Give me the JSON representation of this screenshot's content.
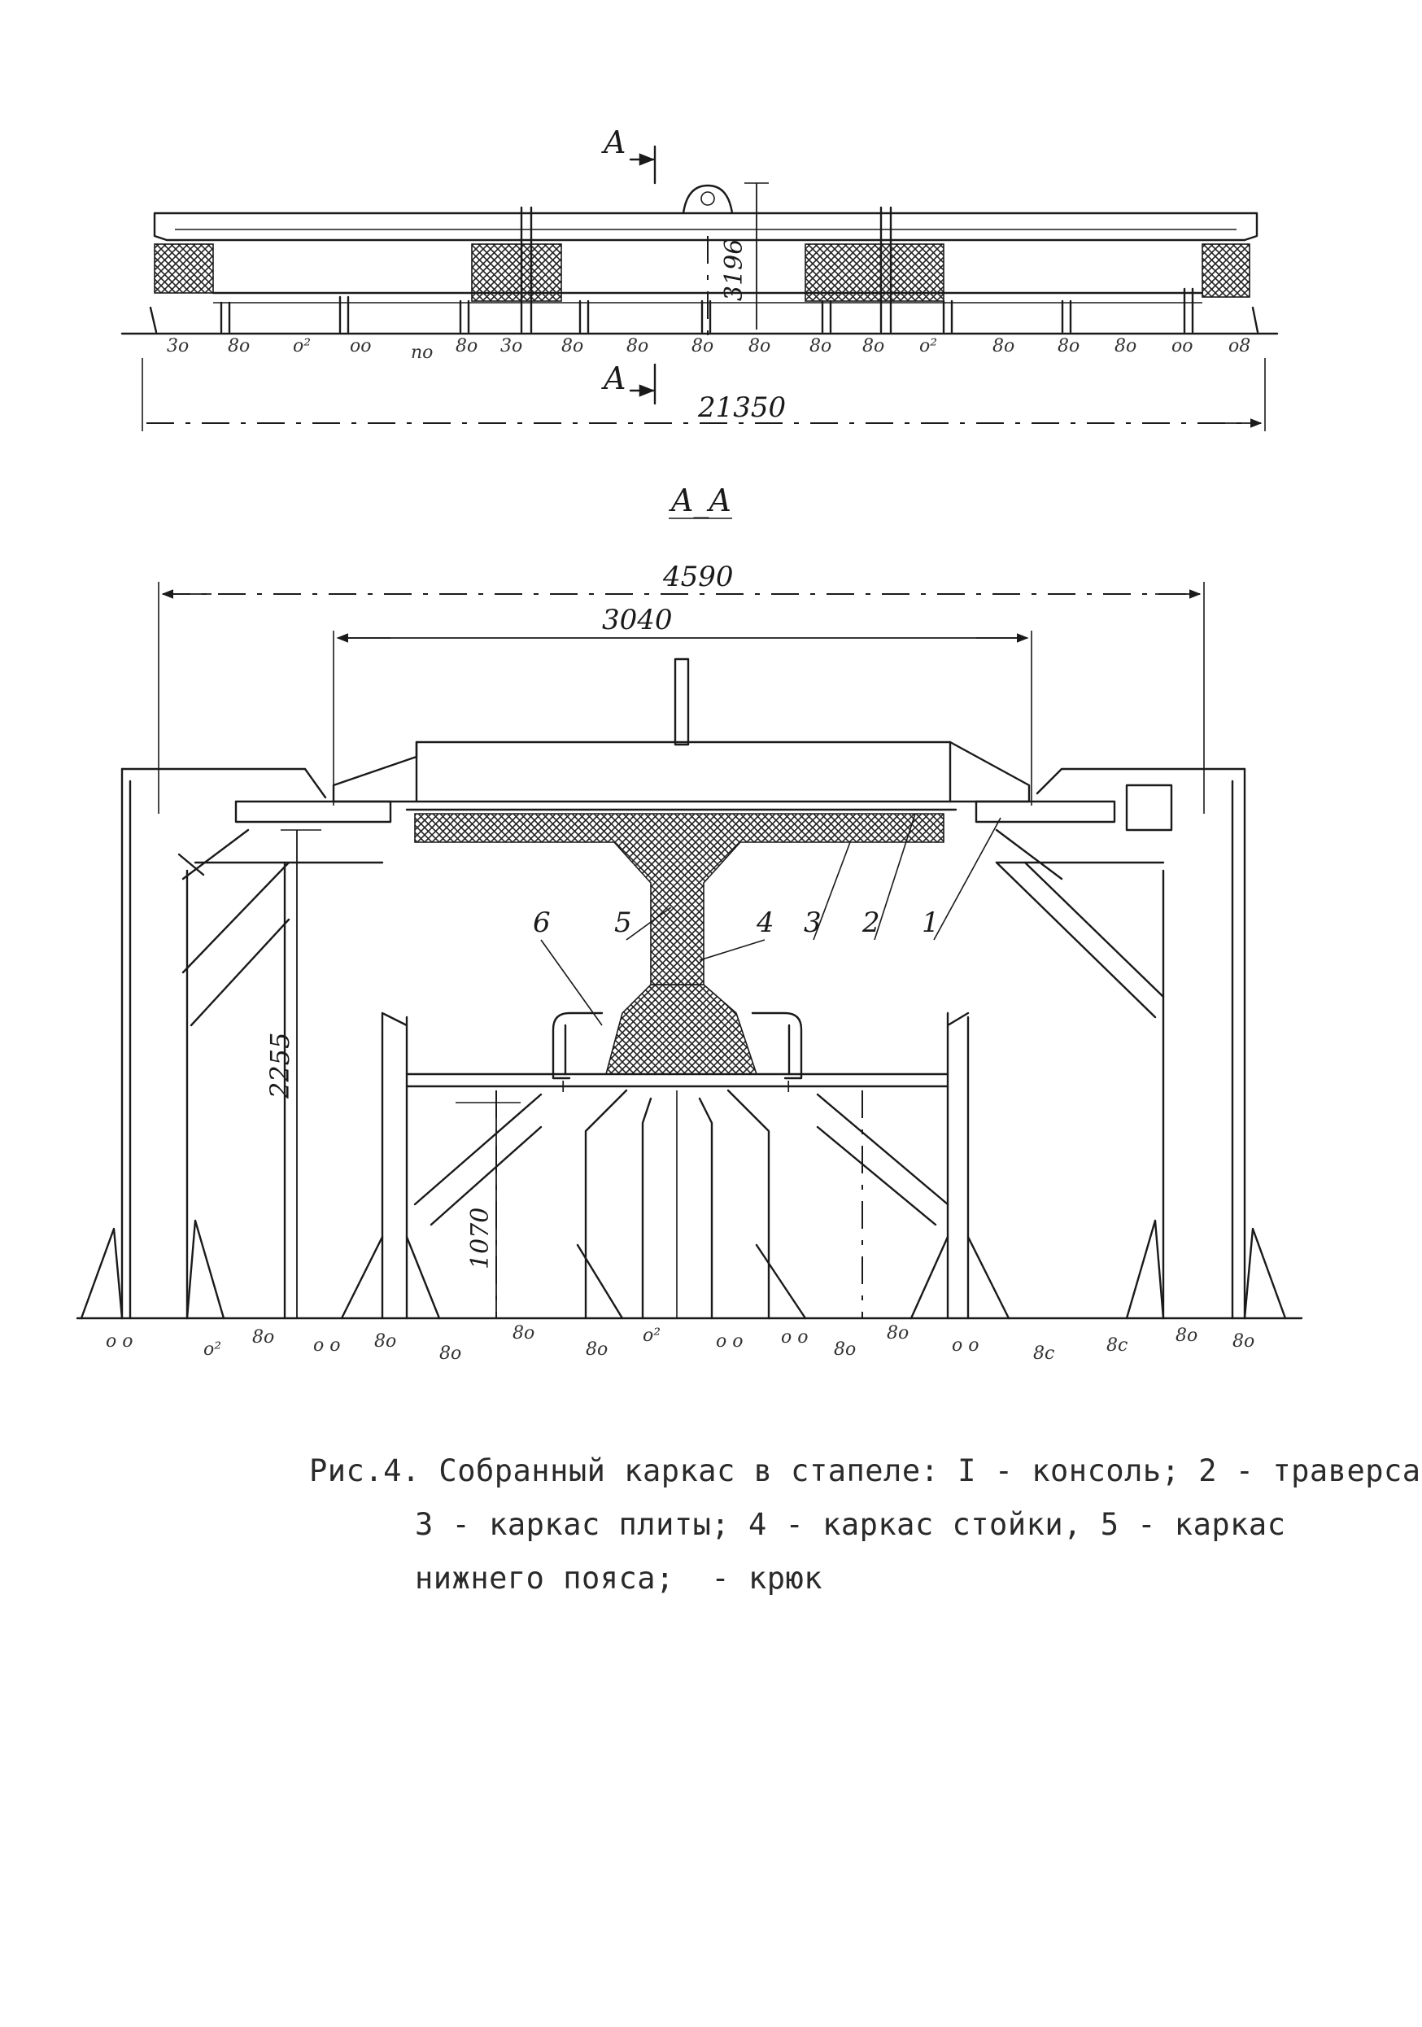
{
  "elevation": {
    "section_mark": "A",
    "dim_height": "3196",
    "dim_length": "21350"
  },
  "section": {
    "title": "A_A",
    "dim_overall": "4590",
    "dim_inner": "3040",
    "dim_height_main": "2255",
    "dim_height_low": "1070",
    "callouts": [
      "6",
      "5",
      "4",
      "3",
      "2",
      "1"
    ]
  },
  "caption": {
    "line1": "Рис.4. Собранный каркас в стапеле: I - консоль; 2 - траверса,",
    "line2": "3 - каркас плиты; 4 - каркас стойки, 5 - каркас",
    "line3": "нижнего пояса;  - крюк"
  }
}
